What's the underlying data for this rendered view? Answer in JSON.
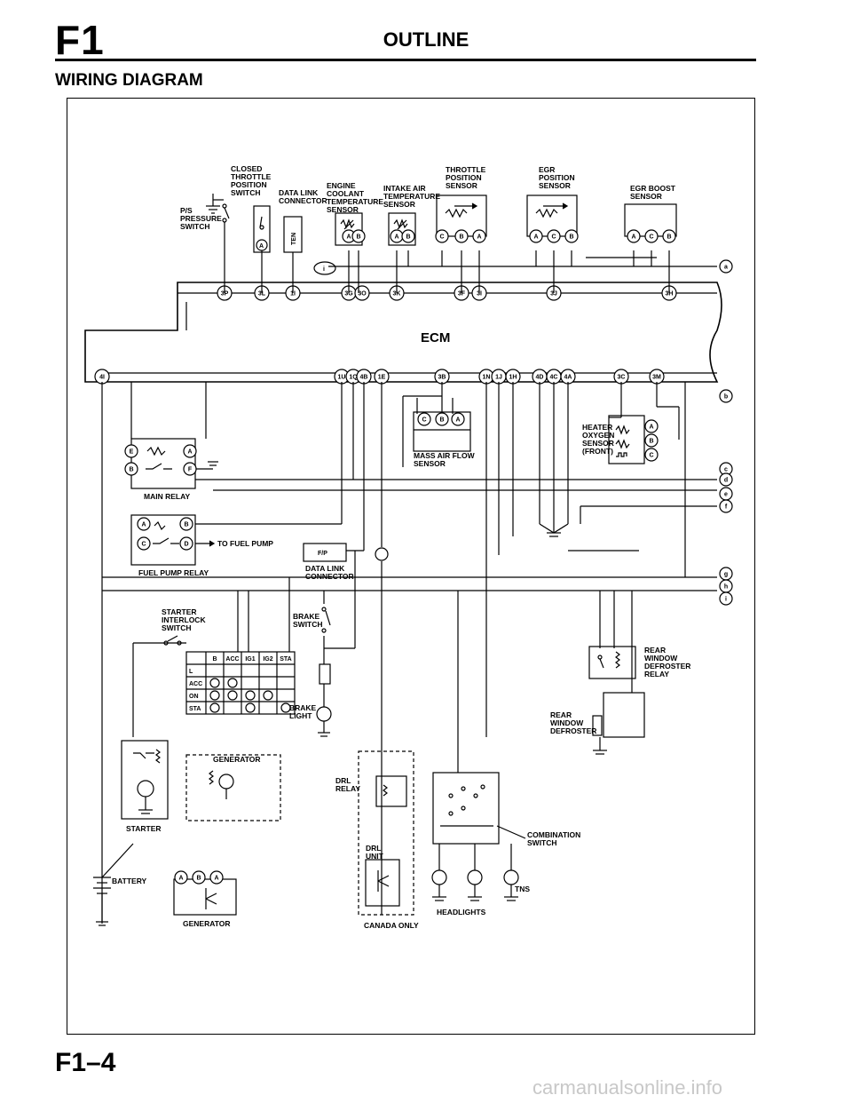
{
  "header": {
    "section_code": "F1",
    "title": "OUTLINE"
  },
  "section_title": "WIRING DIAGRAM",
  "page_number": "F1–4",
  "watermark": "carmanualsonline.info",
  "diagram": {
    "ecm_label": "ECM",
    "components": {
      "ps_pressure": [
        "P/S",
        "PRESSURE",
        "SWITCH"
      ],
      "ctp": [
        "CLOSED",
        "THROTTLE",
        "POSITION",
        "SWITCH"
      ],
      "dlc_top": [
        "DATA LINK",
        "CONNECTOR"
      ],
      "ect": [
        "ENGINE",
        "COOLANT",
        "TEMPERATURE",
        "SENSOR"
      ],
      "iat": [
        "INTAKE AIR",
        "TEMPERATURE",
        "SENSOR"
      ],
      "tps": [
        "THROTTLE",
        "POSITION",
        "SENSOR"
      ],
      "egr_pos": [
        "EGR",
        "POSITION",
        "SENSOR"
      ],
      "egr_boost": [
        "EGR BOOST",
        "SENSOR"
      ],
      "main_relay": "MAIN RELAY",
      "fuel_pump_relay": "FUEL PUMP RELAY",
      "to_fuel_pump": "TO FUEL PUMP",
      "dlc_fp": [
        "DATA LINK",
        "CONNECTOR"
      ],
      "fp_terminal": "F/P",
      "ten_terminal": "TEN",
      "maf": [
        "MASS AIR FLOW",
        "SENSOR"
      ],
      "ho2s": [
        "HEATER",
        "OXYGEN",
        "SENSOR",
        "(FRONT)"
      ],
      "starter_interlock": [
        "STARTER",
        "INTERLOCK",
        "SWITCH"
      ],
      "brake_switch": [
        "BRAKE",
        "SWITCH"
      ],
      "brake_light": [
        "BRAKE",
        "LIGHT"
      ],
      "rwd_relay": [
        "REAR",
        "WINDOW",
        "DEFROSTER",
        "RELAY"
      ],
      "rwd": [
        "REAR",
        "WINDOW",
        "DEFROSTER"
      ],
      "generator_top": "GENERATOR",
      "generator_bottom": "GENERATOR",
      "starter": "STARTER",
      "battery": "BATTERY",
      "drl_relay": [
        "DRL",
        "RELAY"
      ],
      "drl_unit": [
        "DRL",
        "UNIT"
      ],
      "combination_switch": [
        "COMBINATION",
        "SWITCH"
      ],
      "tns": "TNS",
      "headlights": "HEADLIGHTS",
      "canada_only": "CANADA ONLY"
    },
    "ign_switch": {
      "header": [
        "B",
        "ACC",
        "IG1",
        "IG2",
        "STA"
      ],
      "rows": [
        "L",
        "ACC",
        "ON",
        "STA"
      ]
    },
    "ecm_top_pins": [
      "3P",
      "3L",
      "1I",
      "3G",
      "3O",
      "3K",
      "3F",
      "3I",
      "3J",
      "3H"
    ],
    "ecm_bottom_pins": [
      "4I",
      "1U",
      "1Q",
      "4B",
      "1E",
      "3B",
      "1N",
      "1J",
      "1H",
      "4D",
      "4C",
      "4A",
      "3C",
      "3M"
    ],
    "sensor_pins": {
      "ctp": [
        "A"
      ],
      "ect": [
        "A",
        "B"
      ],
      "iat": [
        "A",
        "B"
      ],
      "tps": [
        "C",
        "B",
        "A"
      ],
      "egr_pos": [
        "A",
        "C",
        "B"
      ],
      "egr_boost": [
        "A",
        "C",
        "B"
      ],
      "maf": [
        "C",
        "B",
        "A"
      ],
      "ho2s": [
        "A",
        "B",
        "C"
      ],
      "main_relay": [
        "E",
        "A",
        "B",
        "F"
      ],
      "fuel_pump_relay": [
        "A",
        "B",
        "C",
        "D"
      ],
      "generator_conn": [
        "A",
        "B",
        "A"
      ],
      "junction": "i"
    },
    "connectors": [
      "a",
      "b",
      "c",
      "d",
      "e",
      "f",
      "g",
      "h",
      "i"
    ]
  }
}
